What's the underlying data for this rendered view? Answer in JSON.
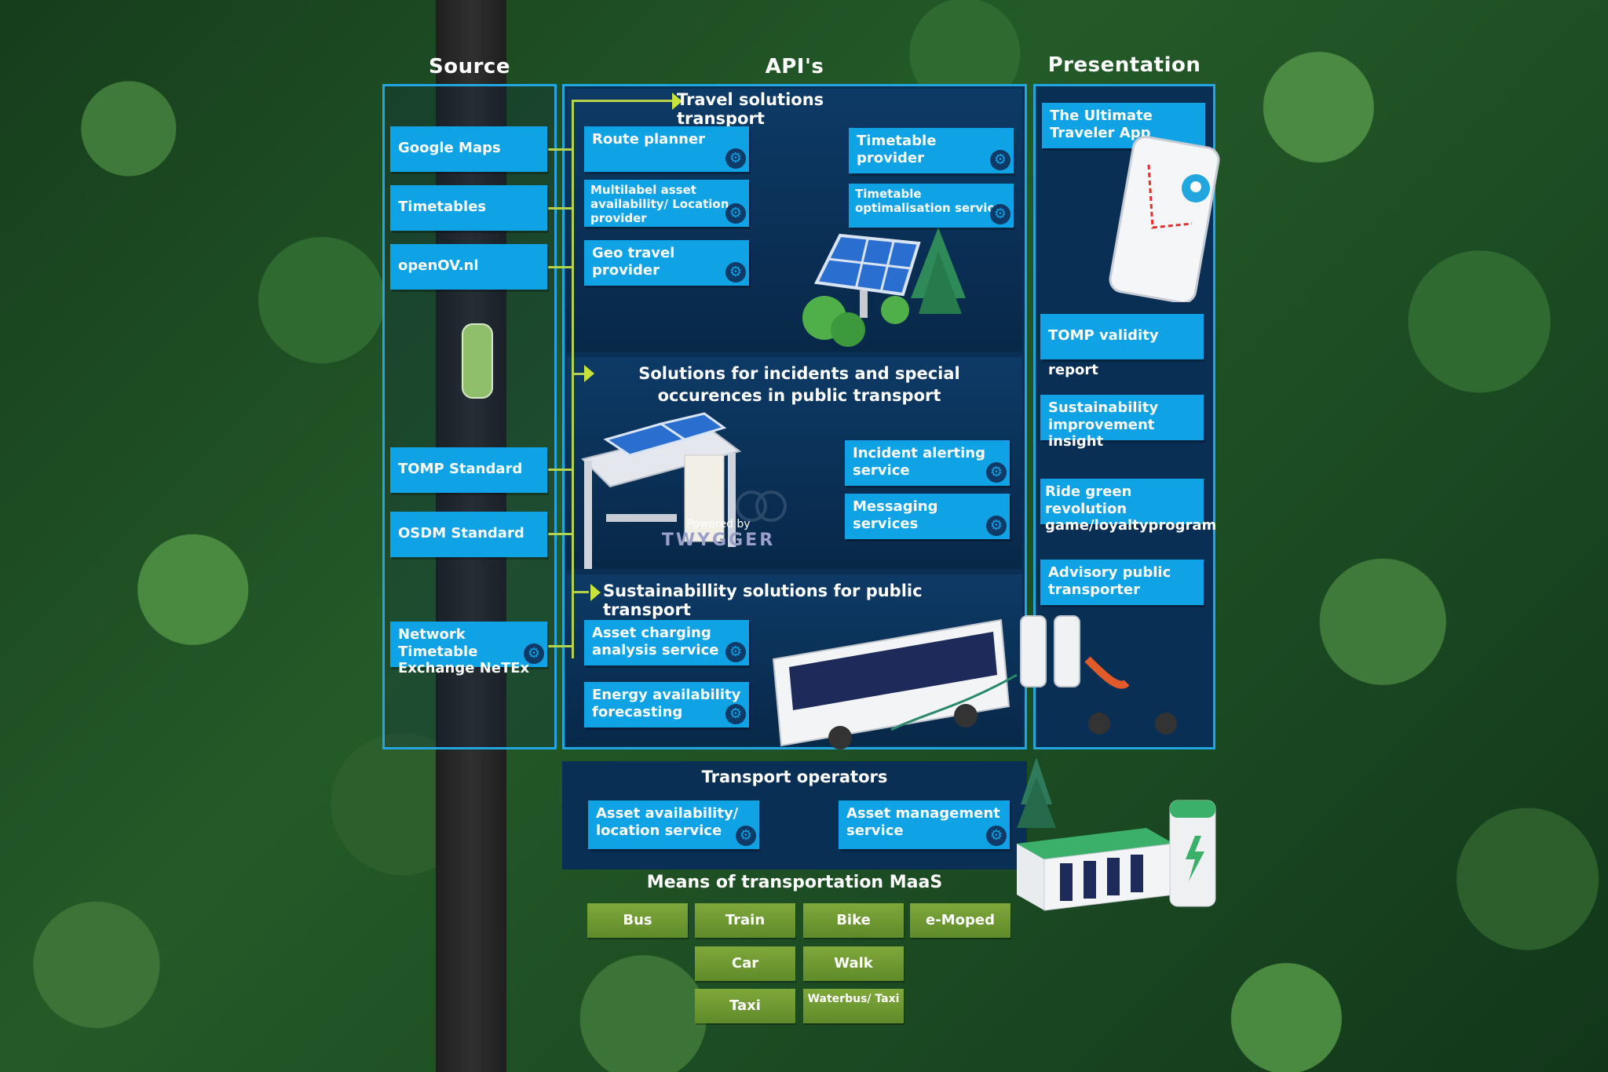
{
  "columns": {
    "source": "Source",
    "apis": "API's",
    "presentation": "Presentation"
  },
  "source_items": [
    "Google Maps",
    "Timetables",
    "openOV.nl",
    "TOMP Standard",
    "OSDM Standard",
    "Network Timetable Exchange NeTEx"
  ],
  "api_sections": [
    {
      "title": "Travel solutions transport",
      "items": [
        "Route planner",
        "Multilabel asset availability/ Location provider",
        "Geo travel provider",
        "Timetable provider",
        "Timetable optimalisation service"
      ]
    },
    {
      "title": "Solutions for incidents and special occurences in public transport",
      "items": [
        "Incident alerting service",
        "Messaging services"
      ]
    },
    {
      "title": "Sustainabillity solutions for public transport",
      "items": [
        "Asset charging analysis service",
        "Energy availability forecasting"
      ]
    }
  ],
  "powered_by": {
    "label": "Powered by",
    "brand": "TWYGGER"
  },
  "presentation_items": [
    "The Ultimate Traveler App",
    "TOMP validity report",
    "Sustainability improvement insight",
    "Ride green revolution game/loyaltyprogram",
    "Advisory public transporter"
  ],
  "transport_operators": {
    "title": "Transport operators",
    "items": [
      "Asset availability/ location service",
      "Asset management service"
    ]
  },
  "means": {
    "title": "Means of transportation MaaS",
    "modes": [
      "Bus",
      "Train",
      "Bike",
      "e-Moped",
      "Car",
      "Walk",
      "Taxi",
      "Waterbus/ Taxi"
    ]
  },
  "colors": {
    "box": "#0fa2e4",
    "panel": "#0a2f55",
    "border": "#22a6e0",
    "connector": "#b6d24a",
    "mode": "#6e9a32"
  },
  "icons": {
    "api": "gear-icon",
    "arrow": "arrow-right-icon"
  }
}
